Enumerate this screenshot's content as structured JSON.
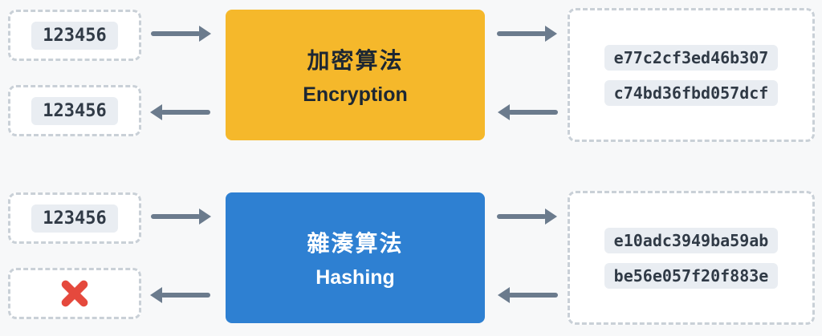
{
  "diagram": {
    "encryption": {
      "title_zh": "加密算法",
      "title_en": "Encryption",
      "input_value": "123456",
      "output_lines": [
        "e77c2cf3ed46b307",
        "c74bd36fbd057dcf"
      ],
      "decrypted_value": "123456"
    },
    "hashing": {
      "title_zh": "雜湊算法",
      "title_en": "Hashing",
      "input_value": "123456",
      "output_lines": [
        "e10adc3949ba59ab",
        "be56e057f20f883e"
      ],
      "reverse_icon": "red-x-icon"
    },
    "colors": {
      "background": "#f7f8f9",
      "encryption_fill": "#f5b82b",
      "encryption_text": "#1d2733",
      "hashing_fill": "#2e80d2",
      "hashing_text": "#ffffff",
      "arrow": "#6b7b8d",
      "error_x": "#e5493d",
      "chip_bg": "#e9edf2",
      "chip_text": "#303a46",
      "dashed_border": "#c9d0d7"
    }
  }
}
